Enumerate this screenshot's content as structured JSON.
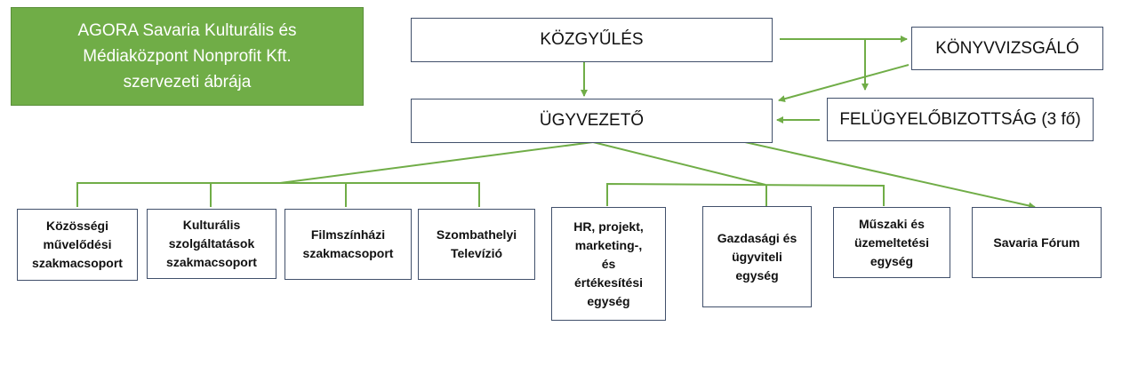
{
  "title": {
    "line1": "AGORA Savaria Kulturális és",
    "line2": "Médiaközpont Nonprofit Kft.",
    "line3": "szervezeti ábrája"
  },
  "top": {
    "kozgyules": "KÖZGYŰLÉS",
    "konyvvizsgalo": "KÖNYVVIZSGÁLÓ",
    "ugyvezeto": "ÜGYVEZETŐ",
    "felugyelo": "FELÜGYELŐBIZOTTSÁG (3 fő)"
  },
  "units": [
    {
      "lines": [
        "Közösségi",
        "művelődési",
        "szakmacsoport"
      ]
    },
    {
      "lines": [
        "Kulturális",
        "szolgáltatások",
        "szakmacsoport"
      ]
    },
    {
      "lines": [
        "Filmszínházi",
        "szakmacsoport"
      ]
    },
    {
      "lines": [
        "Szombathelyi",
        "Televízió"
      ]
    },
    {
      "lines": [
        "HR, projekt,",
        "marketing-,",
        "és",
        "értékesítési",
        "egység"
      ]
    },
    {
      "lines": [
        "Gazdasági és",
        "ügyviteli",
        "egység"
      ]
    },
    {
      "lines": [
        "Műszaki és",
        "üzemeltetési",
        "egység"
      ]
    },
    {
      "lines": [
        "Savaria Fórum"
      ]
    }
  ],
  "colors": {
    "accent": "#70AD47",
    "border": "#41506b"
  }
}
